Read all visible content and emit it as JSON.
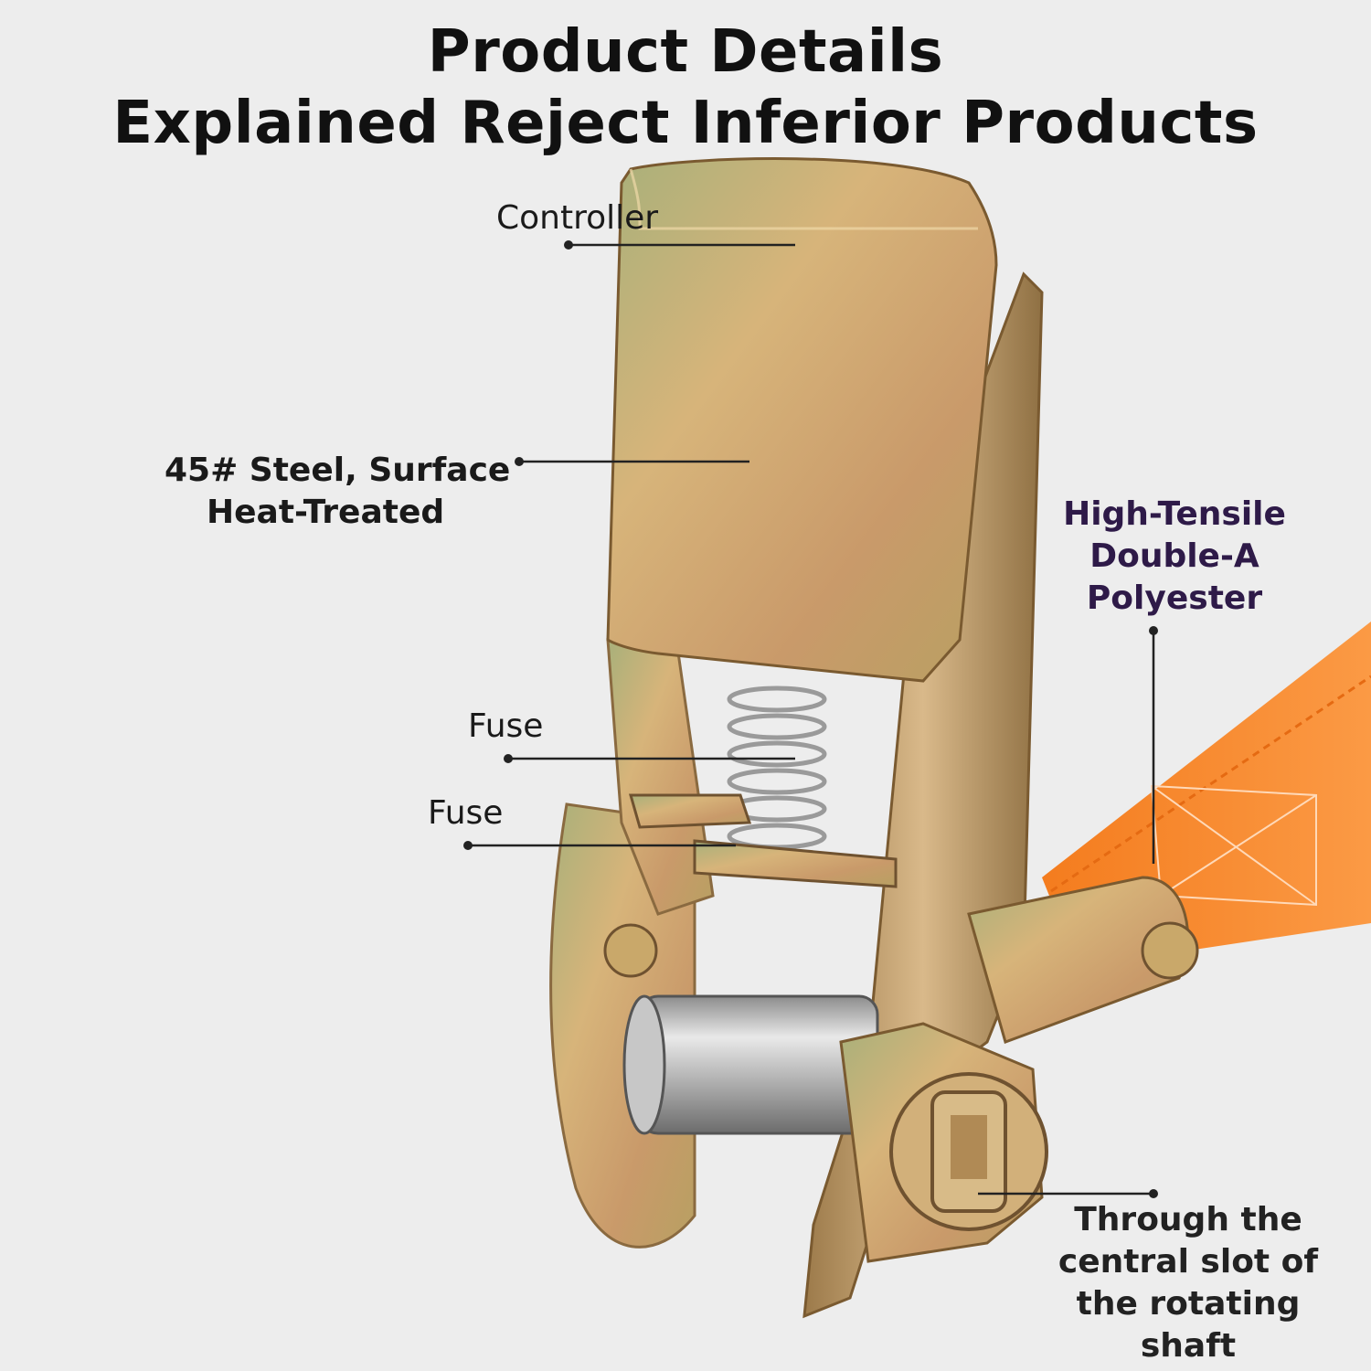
{
  "header": {
    "title_line1": "Product Details",
    "title_line2": "Explained Reject Inferior Products"
  },
  "callouts": {
    "controller": "Controller",
    "steel_line1": "45# Steel, Surface",
    "steel_line2": "Heat-Treated",
    "fuse_upper": "Fuse",
    "fuse_lower": "Fuse",
    "polyester_line1": "High-Tensile",
    "polyester_line2": "Double-A",
    "polyester_line3": "Polyester",
    "shaft_line1": "Through the",
    "shaft_line2": "central slot of",
    "shaft_line3": "the rotating",
    "shaft_line4": "shaft"
  },
  "colors": {
    "background": "#ededed",
    "metal": "#c9a86a",
    "strap": "#f7862a",
    "title": "#111111",
    "polyester_label": "#2e1a48"
  }
}
